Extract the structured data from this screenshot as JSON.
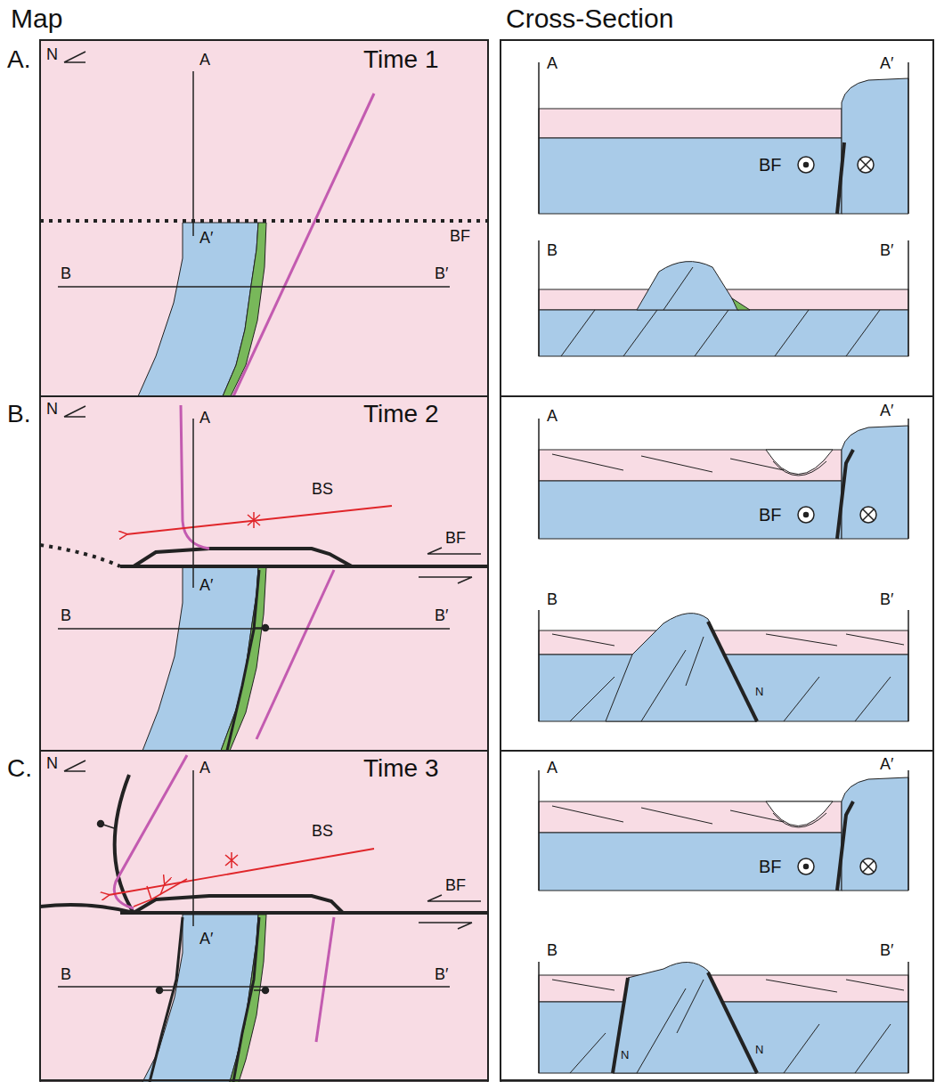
{
  "diagram": {
    "labels": [
      "Map",
      "Cross-Section",
      "A.",
      "N",
      "A",
      "Time 1",
      "BF",
      "A′",
      "B",
      "B′",
      "A",
      "A′",
      "BF",
      "B",
      "B′",
      "B.",
      "N",
      "A",
      "Time 2",
      "BS",
      "BF",
      "A′",
      "B",
      "B′",
      "A",
      "A′",
      "BF",
      "B",
      "B′",
      "N",
      "C.",
      "N",
      "A",
      "Time 3",
      "BS",
      "BF",
      "A′",
      "B",
      "B′",
      "A",
      "A′",
      "BF",
      "B",
      "B′",
      "N",
      "N"
    ]
  }
}
